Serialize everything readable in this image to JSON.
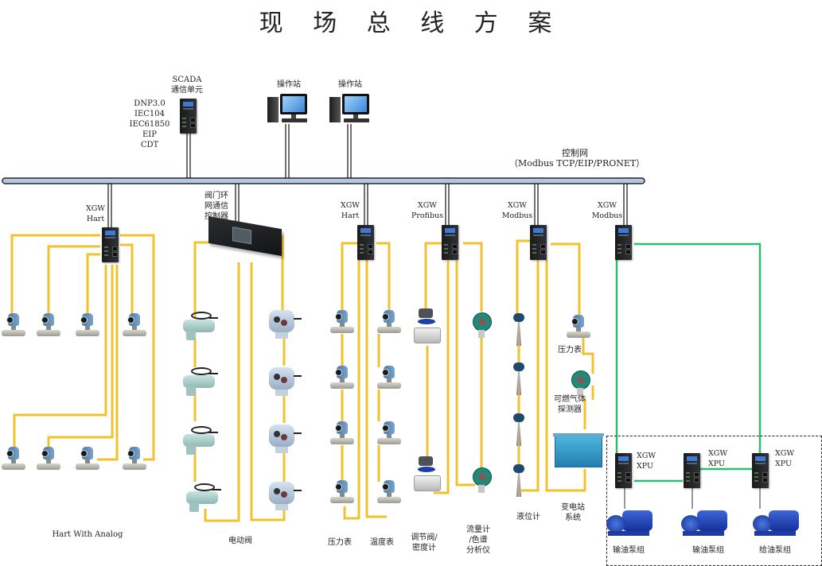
{
  "title": "现 场 总 线 方 案",
  "network": {
    "name": "控制网",
    "protocols": "（Modbus TCP/EIP/PRONET）",
    "colors": {
      "bus": "#b8c6d8",
      "fieldbus": "#f2c12e",
      "xpu_link": "#2dbd6e"
    }
  },
  "scada": {
    "label_line1": "SCADA",
    "label_line2": "通信单元",
    "protocols": [
      "DNP3.0",
      "IEC104",
      "IEC61850",
      "EIP",
      "CDT"
    ]
  },
  "operator_stations": [
    {
      "label": "操作站"
    },
    {
      "label": "操作站"
    }
  ],
  "gateways": [
    {
      "line1": "XGW",
      "line2": "Hart"
    },
    {
      "line1": "XGW",
      "line2": "Hart"
    },
    {
      "line1": "XGW",
      "line2": "Profibus"
    },
    {
      "line1": "XGW",
      "line2": "Modbus"
    },
    {
      "line1": "XGW",
      "line2": "Modbus"
    }
  ],
  "valve_controller": {
    "line1": "阀门环",
    "line2": "网通信",
    "line3": "控制器"
  },
  "xpu_units": [
    {
      "line1": "XGW",
      "line2": "XPU"
    },
    {
      "line1": "XGW",
      "line2": "XPU"
    },
    {
      "line1": "XGW",
      "line2": "XPU"
    }
  ],
  "field_labels": {
    "hart_analog": "Hart With Analog",
    "electric_valve": "电动阀",
    "pressure_gauge": "压力表",
    "temperature_gauge": "温度表",
    "control_valve_l1": "调节阀/",
    "control_valve_l2": "密度计",
    "flow_l1": "流量计",
    "flow_l2": "/色谱",
    "flow_l3": "分析仪",
    "level_gauge": "液位计",
    "substation_l1": "变电站",
    "substation_l2": "系统",
    "pressure_gauge_2": "压力表",
    "gas_l1": "可燃气体",
    "gas_l2": "探测器"
  },
  "pump_groups": [
    {
      "label": "输油泵组"
    },
    {
      "label": "输油泵组"
    },
    {
      "label": "给油泵组"
    }
  ]
}
